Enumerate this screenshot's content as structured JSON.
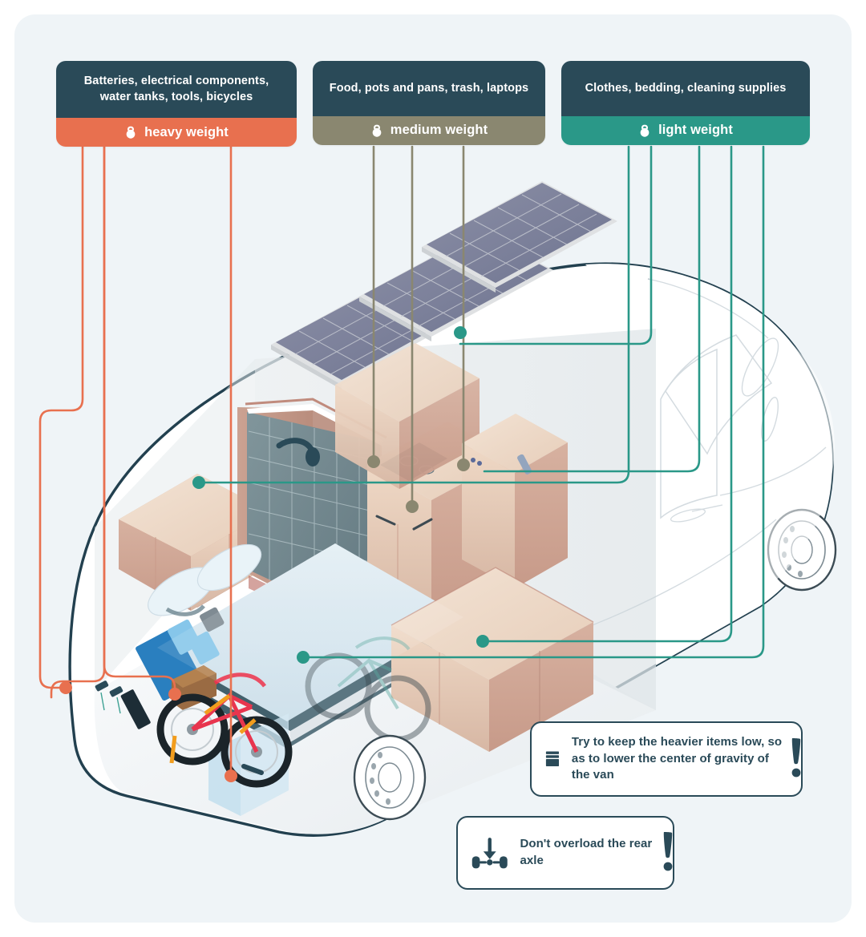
{
  "page": {
    "title": "Van weight distribution loading guide",
    "background": "#eff4f7",
    "canvas_radius": 26
  },
  "colors": {
    "dark": "#2a4a58",
    "heavy": "#e8704f",
    "medium": "#8a8770",
    "light": "#2a9888",
    "white": "#ffffff",
    "canvas": "#eff4f7"
  },
  "legend": {
    "cards": [
      {
        "id": "heavy",
        "items": "Batteries, electrical components, water tanks, tools, bicycles",
        "weight_label": "heavy weight",
        "color": "#e8704f",
        "icon": "kettlebell-icon",
        "connector_count": 3
      },
      {
        "id": "medium",
        "items": "Food, pots and pans, trash, laptops",
        "weight_label": "medium weight",
        "color": "#8a8770",
        "icon": "kettlebell-icon",
        "connector_count": 3
      },
      {
        "id": "light",
        "items": "Clothes, bedding, cleaning supplies",
        "weight_label": "light weight",
        "color": "#2a9888",
        "icon": "kettlebell-icon",
        "connector_count": 5
      }
    ]
  },
  "tips": [
    {
      "id": "center-of-gravity",
      "text": "Try to keep the heavier items low, so as to lower the center of gravity of the van",
      "icon": "stacked-layers-icon",
      "marker": "exclamation-mark"
    },
    {
      "id": "rear-axle",
      "text": "Don't overload the rear axle",
      "icon": "axle-load-icon",
      "marker": "exclamation-mark"
    }
  ],
  "illustration": {
    "subject": "camper-van-cutaway",
    "view": "isometric",
    "elements": [
      "solar-panels",
      "overhead-cabinets",
      "shower-cubicle",
      "toilet",
      "kitchen-counter",
      "cooktop",
      "refrigerator",
      "bed-mattress",
      "rear-storage-cabinets",
      "water-tank",
      "electrical-panel",
      "bicycles",
      "front-wheel",
      "rear-wheel"
    ],
    "solar_panel_count": 3
  }
}
